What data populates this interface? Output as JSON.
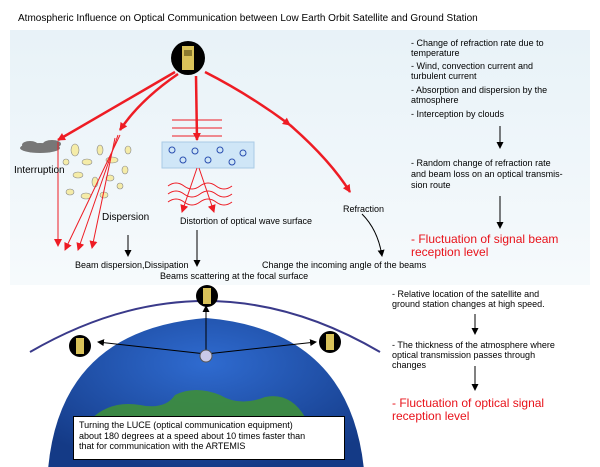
{
  "title": "Atmospheric Influence on Optical Communication between Low Earth Orbit Satellite and Ground Station",
  "upper": {
    "labels": {
      "interruption": "Interruption",
      "dispersion": "Dispersion",
      "distortion": "Distortion of optical wave surface",
      "refraction": "Refraction",
      "beam_dispersion": "Beam dispersion,Dissipation",
      "beams_scattering": "Beams scattering at the focal surface",
      "change_angle": "Change the incoming angle of the beams"
    },
    "factors": [
      [
        "- Change of refraction rate due to",
        "temperature"
      ],
      [
        "- Wind, convection current and",
        "turbulent current"
      ],
      [
        "- Absorption and dispersion by the",
        "atmosphere"
      ],
      [
        "- Interception by clouds"
      ]
    ],
    "random_change": [
      "- Random change of refraction rate",
      "and beam loss on an optical transmis-",
      "sion route"
    ],
    "result": [
      "- Fluctuation of signal beam",
      "reception level"
    ]
  },
  "lower": {
    "relative": [
      "- Relative location of the satellite and",
      "ground station changes at high speed."
    ],
    "thickness": [
      "- The thickness of the atmosphere where",
      "optical transmission passes through",
      "changes"
    ],
    "result": [
      "- Fluctuation of optical signal",
      "reception level"
    ],
    "note": [
      "Turning the LUCE (optical communication equipment)",
      "about 180 degrees at a speed about 10 times faster than",
      "that for communication with the ARTEMIS"
    ]
  },
  "colors": {
    "panel": "#eaf3f8",
    "arrow_red": "#ee1c24",
    "orbit": "#3a3a8a",
    "ocean": "#1f4fa8",
    "land": "#3e8e3a"
  }
}
